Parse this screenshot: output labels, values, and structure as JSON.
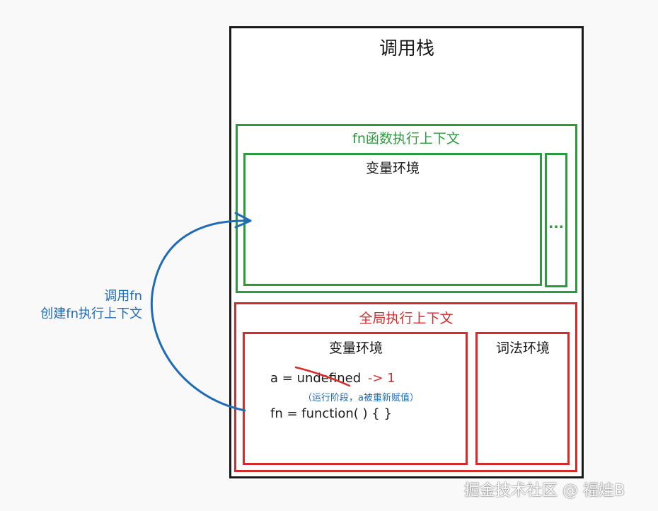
{
  "call_stack": {
    "title": "调用栈"
  },
  "fn_context": {
    "title": "fn函数执行上下文",
    "variable_env": "变量环境",
    "ellipsis": "..."
  },
  "global_context": {
    "title": "全局执行上下文",
    "variable_env": "变量环境",
    "lexical_env": "词法环境",
    "code_a_prefix": "a = ",
    "code_a_old": "undefined",
    "code_a_new": "-> 1",
    "note": "（运行阶段，a被重新赋值）",
    "code_fn": "fn = function( ) { }"
  },
  "arrow_label": {
    "line1": "调用fn",
    "line2": "创建fn执行上下文"
  },
  "watermark": "掘金技术社区 @ 福娃B",
  "colors": {
    "green": "#2e9a3e",
    "red": "#d62b2b",
    "blue": "#1f6bb8",
    "black": "#1a1a1a"
  }
}
